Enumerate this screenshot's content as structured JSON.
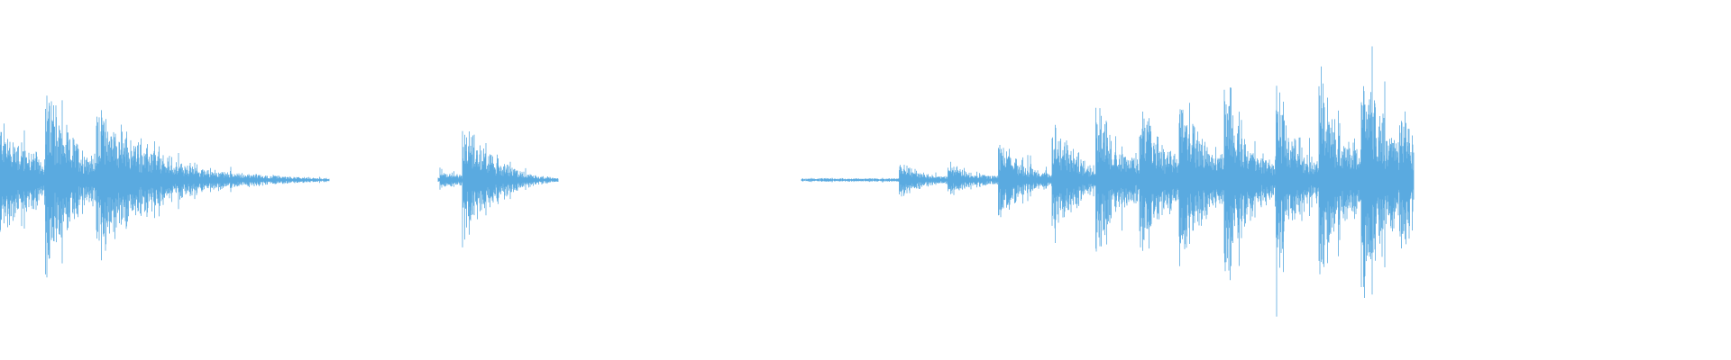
{
  "waveform": {
    "color": "#5aaae0",
    "background": "#ffffff",
    "segments": [
      {
        "start": 0.0,
        "end": 0.233,
        "base": 0.06,
        "bursts": [
          {
            "t": 0.0,
            "amp": 0.35,
            "decay": 0.03
          },
          {
            "t": 0.032,
            "amp": 0.5,
            "decay": 0.025
          },
          {
            "t": 0.068,
            "amp": 0.52,
            "decay": 0.05
          }
        ],
        "tail": 0.02
      },
      {
        "start": 0.31,
        "end": 0.395,
        "base": 0.03,
        "bursts": [
          {
            "t": 0.311,
            "amp": 0.05,
            "decay": 0.004
          },
          {
            "t": 0.318,
            "amp": 0.06,
            "decay": 0.005
          },
          {
            "t": 0.327,
            "amp": 0.52,
            "decay": 0.03
          }
        ],
        "tail": 0.015
      },
      {
        "start": 0.567,
        "end": 1.0,
        "base": 0.012,
        "bursts": [
          {
            "t": 0.636,
            "amp": 0.12,
            "decay": 0.015
          },
          {
            "t": 0.67,
            "amp": 0.1,
            "decay": 0.02
          },
          {
            "t": 0.706,
            "amp": 0.25,
            "decay": 0.02
          },
          {
            "t": 0.744,
            "amp": 0.38,
            "decay": 0.02
          },
          {
            "t": 0.775,
            "amp": 0.45,
            "decay": 0.02
          },
          {
            "t": 0.806,
            "amp": 0.45,
            "decay": 0.02
          },
          {
            "t": 0.834,
            "amp": 0.52,
            "decay": 0.02
          },
          {
            "t": 0.866,
            "amp": 0.55,
            "decay": 0.02
          },
          {
            "t": 0.902,
            "amp": 0.5,
            "decay": 0.02
          },
          {
            "t": 0.933,
            "amp": 0.6,
            "decay": 0.02
          },
          {
            "t": 0.963,
            "amp": 0.78,
            "decay": 0.02
          },
          {
            "t": 0.99,
            "amp": 0.3,
            "decay": 0.02
          }
        ],
        "tail": 0.08
      }
    ]
  }
}
